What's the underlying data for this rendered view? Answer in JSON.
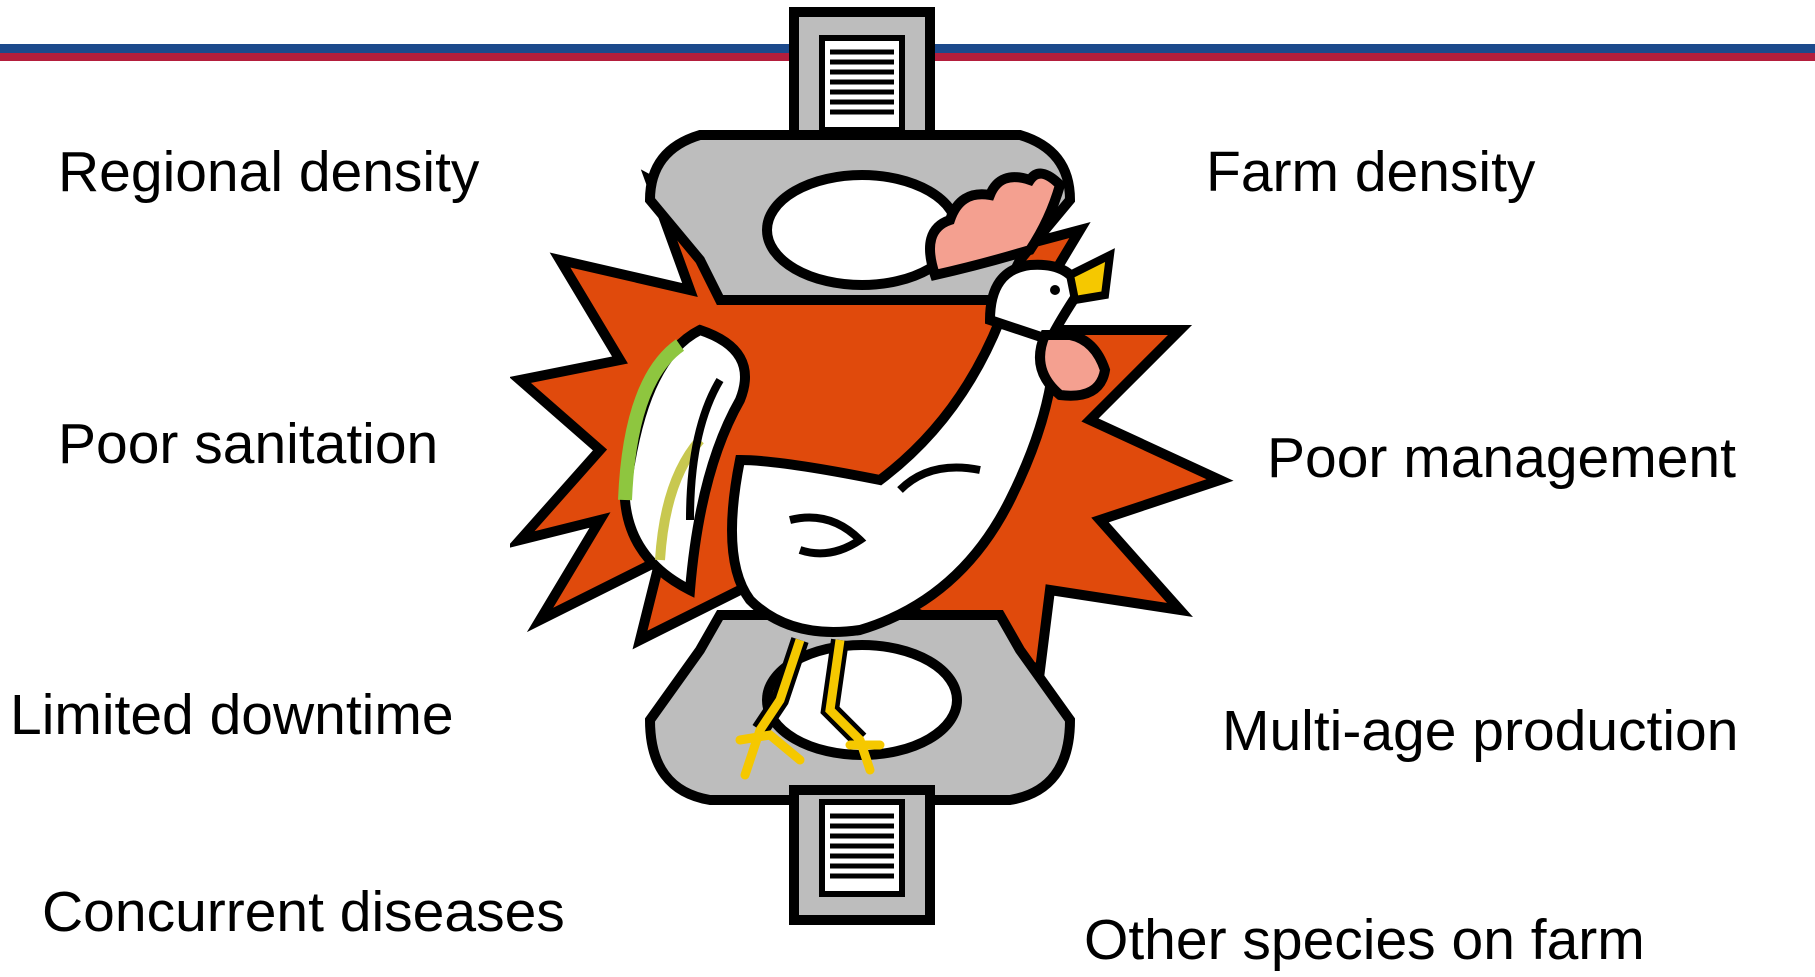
{
  "factors": {
    "left": [
      "Regional density",
      "Poor sanitation",
      "Limited downtime",
      "Concurrent diseases"
    ],
    "right": [
      "Farm density",
      "Poor management",
      "Multi-age production",
      "Other species on farm"
    ]
  },
  "colors": {
    "rule_blue": "#1c4a8c",
    "rule_red": "#b41e3c",
    "starburst": "#e04a0c",
    "frame_gray": "#bdbdbd"
  },
  "illustration": "rooster-on-starburst-clipart"
}
